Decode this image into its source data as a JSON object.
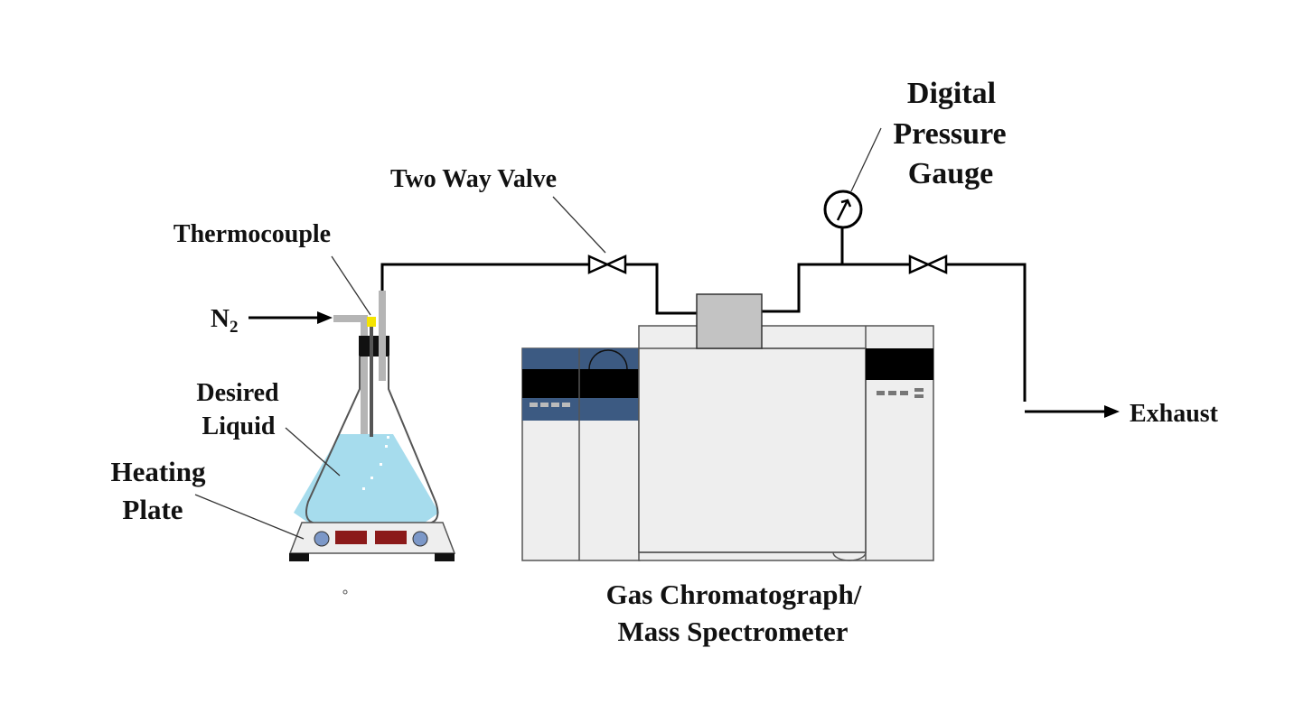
{
  "labels": {
    "thermocouple": "Thermocouple",
    "two_way_valve": "Two Way Valve",
    "digital_pressure_gauge": [
      "Digital",
      "Pressure",
      "Gauge"
    ],
    "nitrogen": {
      "base": "N",
      "subscript": "2"
    },
    "desired_liquid": [
      "Desired",
      "Liquid"
    ],
    "heating_plate": [
      "Heating",
      "Plate"
    ],
    "exhaust": "Exhaust",
    "gc_ms": [
      "Gas Chromatograph/",
      "Mass Spectrometer"
    ]
  },
  "colors": {
    "liquid": "#a6dced",
    "display_red": "#8b1a1a",
    "knob_blue": "#7c98c8",
    "instrument_navy": "#3c5a82",
    "instrument_gray": "#eeeeee",
    "sensor_yellow": "#f5e400",
    "tube_gray": "#b5b5b5"
  },
  "icons": {
    "gauge": "pressure-gauge-icon",
    "valve": "two-way-valve-icon",
    "flask": "erlenmeyer-flask-icon",
    "hotplate": "heating-plate-icon",
    "instrument": "gc-ms-instrument-icon"
  }
}
